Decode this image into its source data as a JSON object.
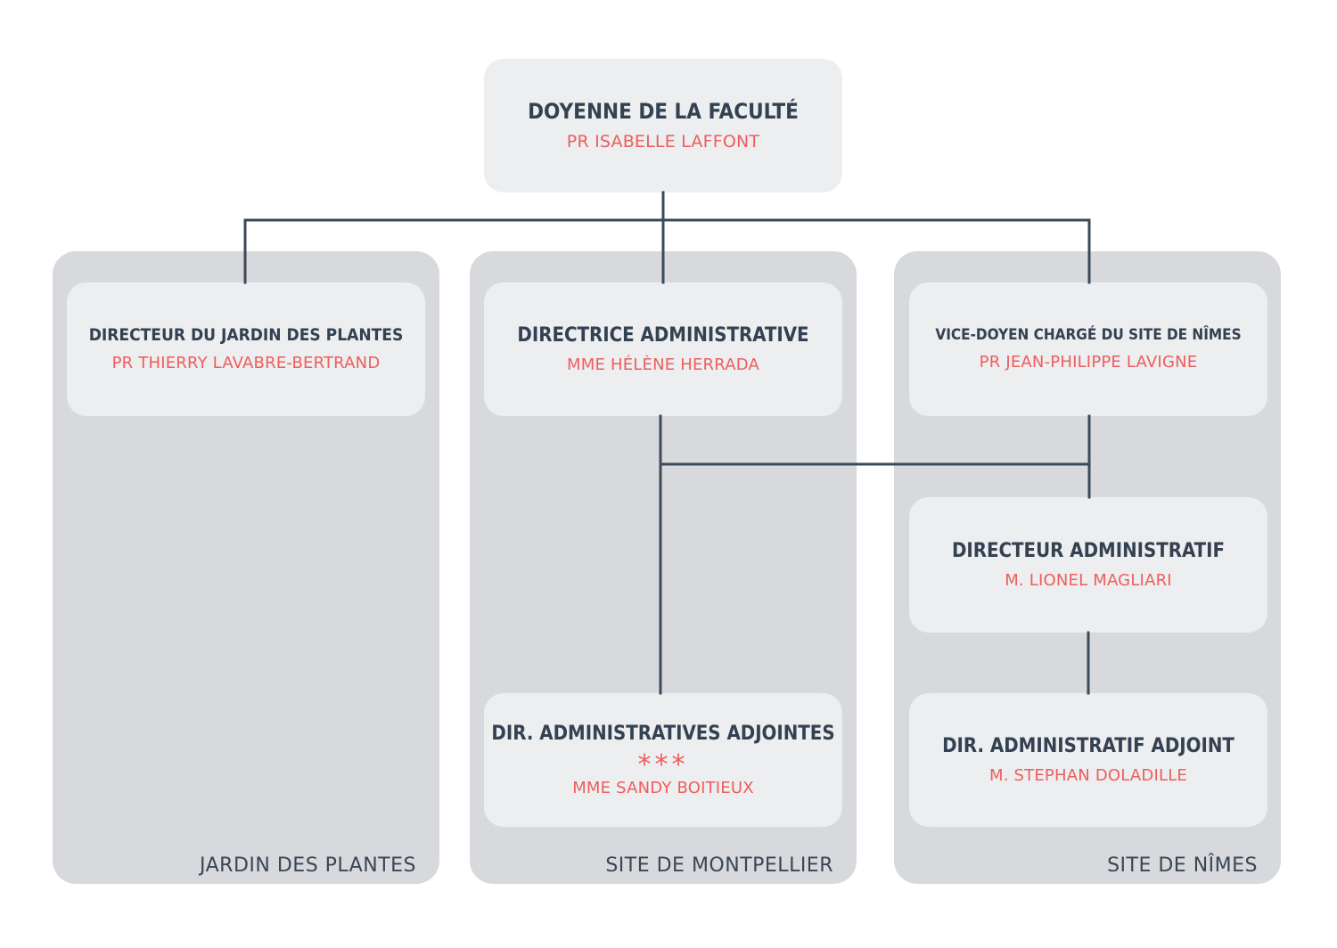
{
  "sites": {
    "jardin": "JARDIN DES PLANTES",
    "montpellier": "SITE DE MONTPELLIER",
    "nimes": "SITE DE NÎMES"
  },
  "dean": {
    "title": "DOYENNE DE LA FACULTÉ",
    "name": "PR ISABELLE LAFFONT"
  },
  "jardin_director": {
    "title": "DIRECTEUR DU JARDIN DES PLANTES",
    "name": "PR THIERRY LAVABRE-BERTRAND"
  },
  "admin_director_montpellier": {
    "title": "DIRECTRICE ADMINISTRATIVE",
    "name": "MME HÉLÈNE HERRADA"
  },
  "vice_dean_nimes": {
    "title": "VICE-DOYEN CHARGÉ DU SITE DE NÎMES",
    "name": "PR JEAN-PHILIPPE LAVIGNE"
  },
  "admin_director_nimes": {
    "title": "DIRECTEUR ADMINISTRATIF",
    "name": "M. LIONEL MAGLIARI"
  },
  "deputy_directors_montpellier": {
    "title": "DIR. ADMINISTRATIVES ADJOINTES",
    "stars": "***",
    "name": "MME SANDY BOITIEUX"
  },
  "deputy_director_nimes": {
    "title": "DIR. ADMINISTRATIF ADJOINT",
    "name": "M. STEPHAN DOLADILLE"
  },
  "colors": {
    "title_text": "#334152",
    "name_text": "#ef5d5d",
    "column_bg": "#d7d9dc",
    "box_bg": "#eceeef",
    "connector": "#3b4a5a"
  }
}
